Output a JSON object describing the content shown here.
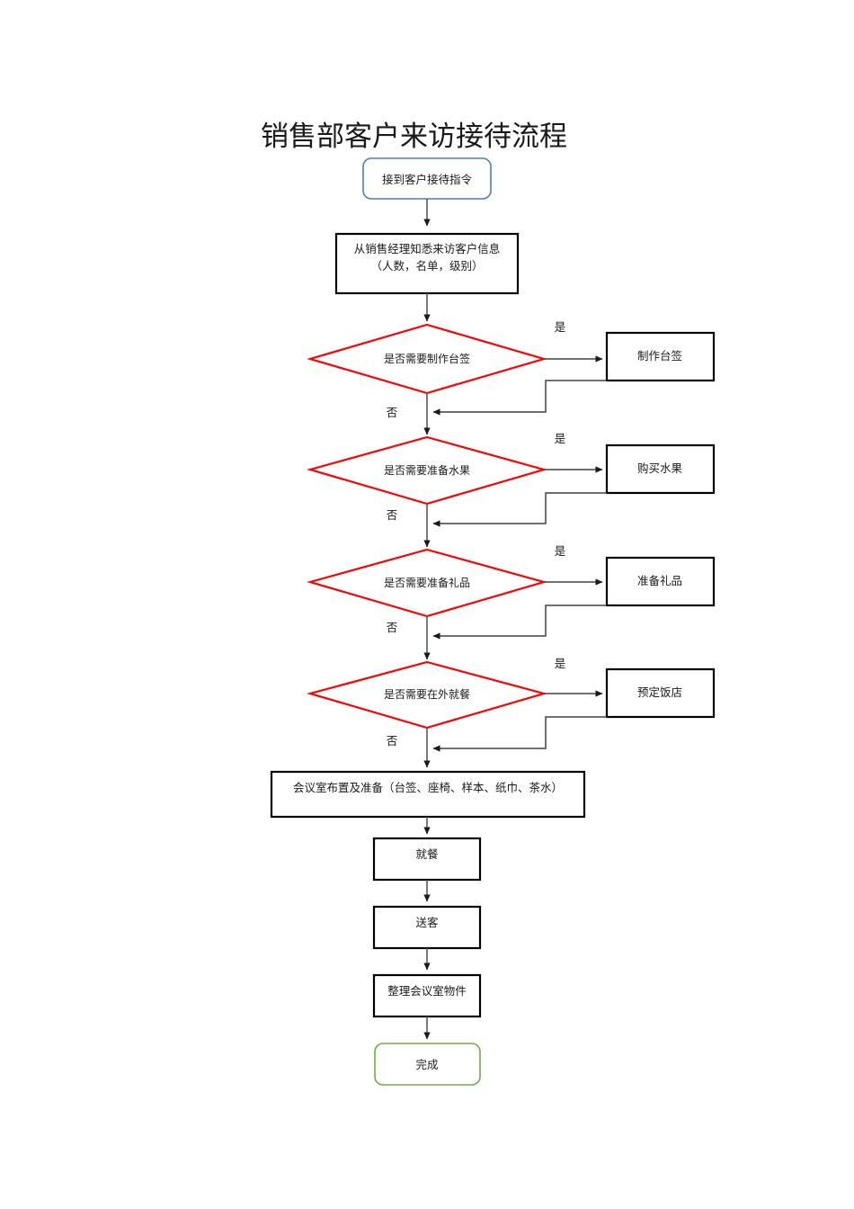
{
  "title": "销售部客户来访接待流程",
  "nodes": {
    "start": {
      "label": "接到客户接待指令",
      "shape": "rounded-rect",
      "border_color": "#4a7ebb"
    },
    "info": {
      "line1": "从销售经理知悉来访客户信息",
      "line2": "（人数，名单，级别）",
      "shape": "rect",
      "border_color": "#000000"
    },
    "d1": {
      "label": "是否需要制作台签",
      "shape": "diamond",
      "border_color": "#ff0000"
    },
    "a1": {
      "label": "制作台签",
      "shape": "rect",
      "border_color": "#000000"
    },
    "d2": {
      "label": "是否需要准备水果",
      "shape": "diamond",
      "border_color": "#ff0000"
    },
    "a2": {
      "label": "购买水果",
      "shape": "rect",
      "border_color": "#000000"
    },
    "d3": {
      "label": "是否需要准备礼品",
      "shape": "diamond",
      "border_color": "#ff0000"
    },
    "a3": {
      "label": "准备礼品",
      "shape": "rect",
      "border_color": "#000000"
    },
    "d4": {
      "label": "是否需要在外就餐",
      "shape": "diamond",
      "border_color": "#ff0000"
    },
    "a4": {
      "label": "预定饭店",
      "shape": "rect",
      "border_color": "#000000"
    },
    "room": {
      "label": "会议室布置及准备（台签、座椅、样本、纸巾、茶水）",
      "shape": "rect",
      "border_color": "#000000"
    },
    "meal": {
      "label": "就餐",
      "shape": "rect",
      "border_color": "#000000"
    },
    "send": {
      "label": "送客",
      "shape": "rect",
      "border_color": "#000000"
    },
    "tidy": {
      "label": "整理会议室物件",
      "shape": "rect",
      "border_color": "#000000"
    },
    "end": {
      "label": "完成",
      "shape": "rounded-rect",
      "border_color": "#70ad47"
    }
  },
  "edge_labels": {
    "yes1": "是",
    "no1": "否",
    "yes2": "是",
    "no2": "否",
    "yes3": "是",
    "no3": "否",
    "yes4": "是",
    "no4": "否"
  }
}
